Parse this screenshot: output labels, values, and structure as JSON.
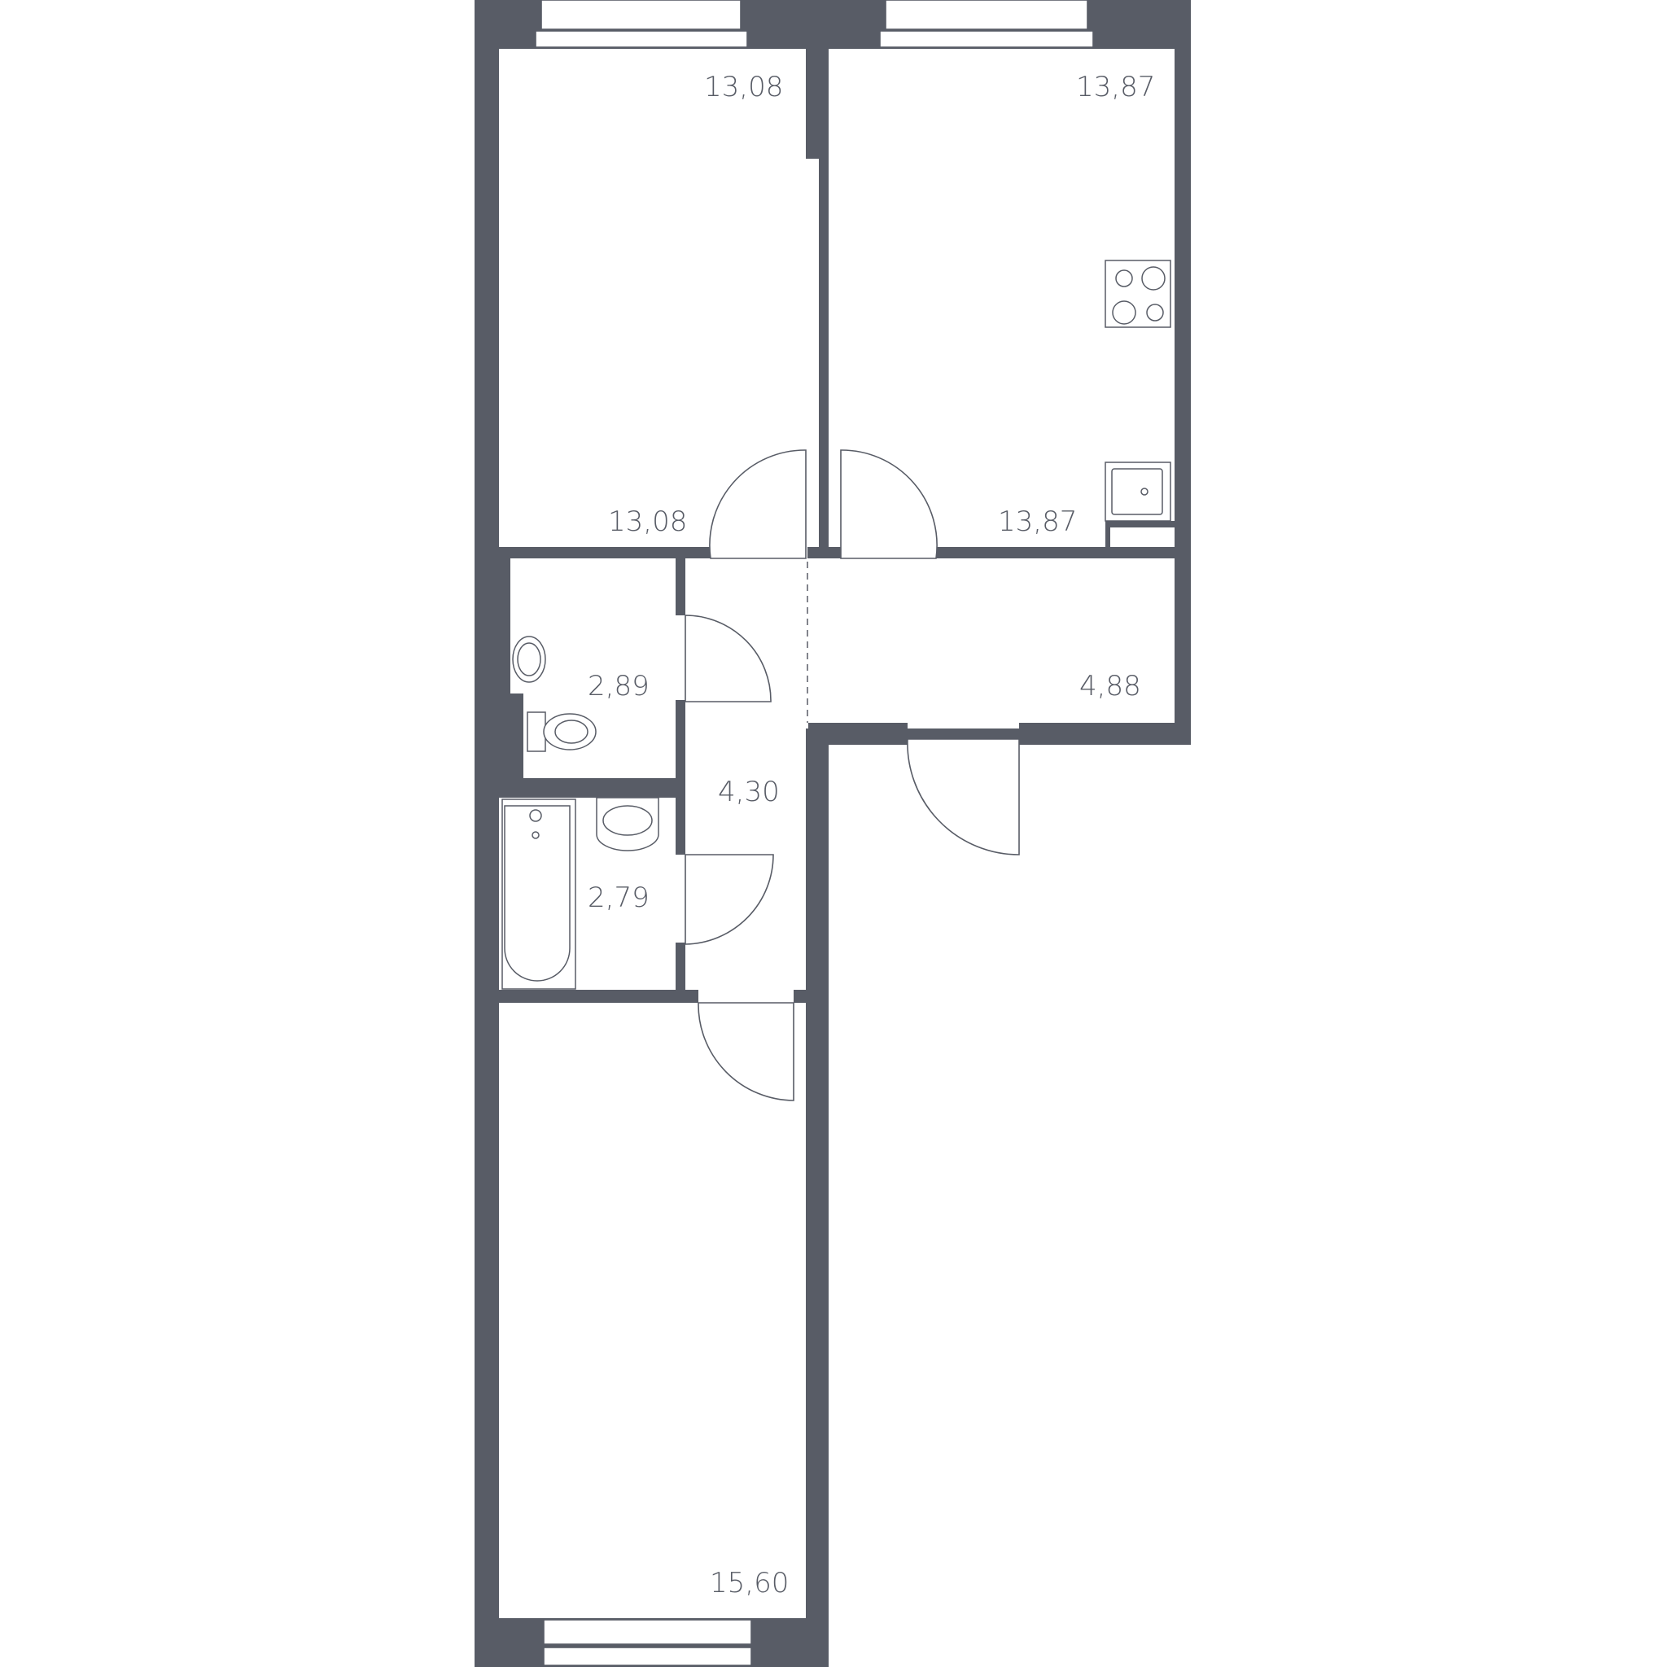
{
  "plan": {
    "wall_color": "#585c66",
    "rooms": [
      {
        "id": "bedroom-1-top",
        "area": "13,08"
      },
      {
        "id": "bedroom-1-bottom",
        "area": "13,08"
      },
      {
        "id": "kitchen-top",
        "area": "13,87"
      },
      {
        "id": "kitchen-bottom",
        "area": "13,87"
      },
      {
        "id": "toilet",
        "area": "2,89"
      },
      {
        "id": "hallway-east",
        "area": "4,88"
      },
      {
        "id": "corridor",
        "area": "4,30"
      },
      {
        "id": "bathroom",
        "area": "2,79"
      },
      {
        "id": "bedroom-2",
        "area": "15,60"
      }
    ]
  }
}
